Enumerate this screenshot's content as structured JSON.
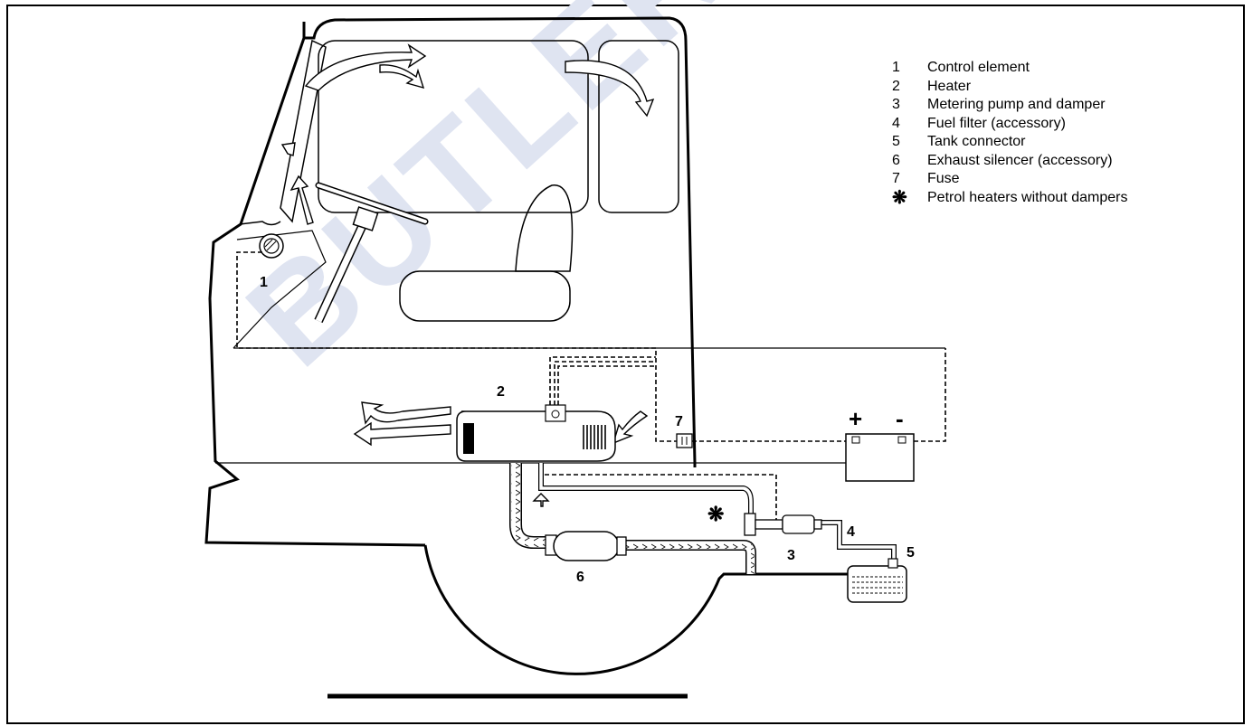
{
  "watermark": "BUTLER TECHNI",
  "legend": [
    {
      "num": "1",
      "text": "Control element"
    },
    {
      "num": "2",
      "text": "Heater"
    },
    {
      "num": "3",
      "text": "Metering pump and damper"
    },
    {
      "num": "4",
      "text": "Fuel filter (accessory)"
    },
    {
      "num": "5",
      "text": "Tank connector"
    },
    {
      "num": "6",
      "text": "Exhaust silencer (accessory)"
    },
    {
      "num": "7",
      "text": "Fuse"
    }
  ],
  "legend_symbol": {
    "symbol": "❋",
    "text": "Petrol heaters without dampers"
  },
  "callouts": {
    "c1": "1",
    "c2": "2",
    "c3": "3",
    "c4": "4",
    "c5": "5",
    "c6": "6",
    "c7": "7",
    "battery_plus": "+",
    "battery_minus": "-",
    "damper_symbol": "❋"
  }
}
